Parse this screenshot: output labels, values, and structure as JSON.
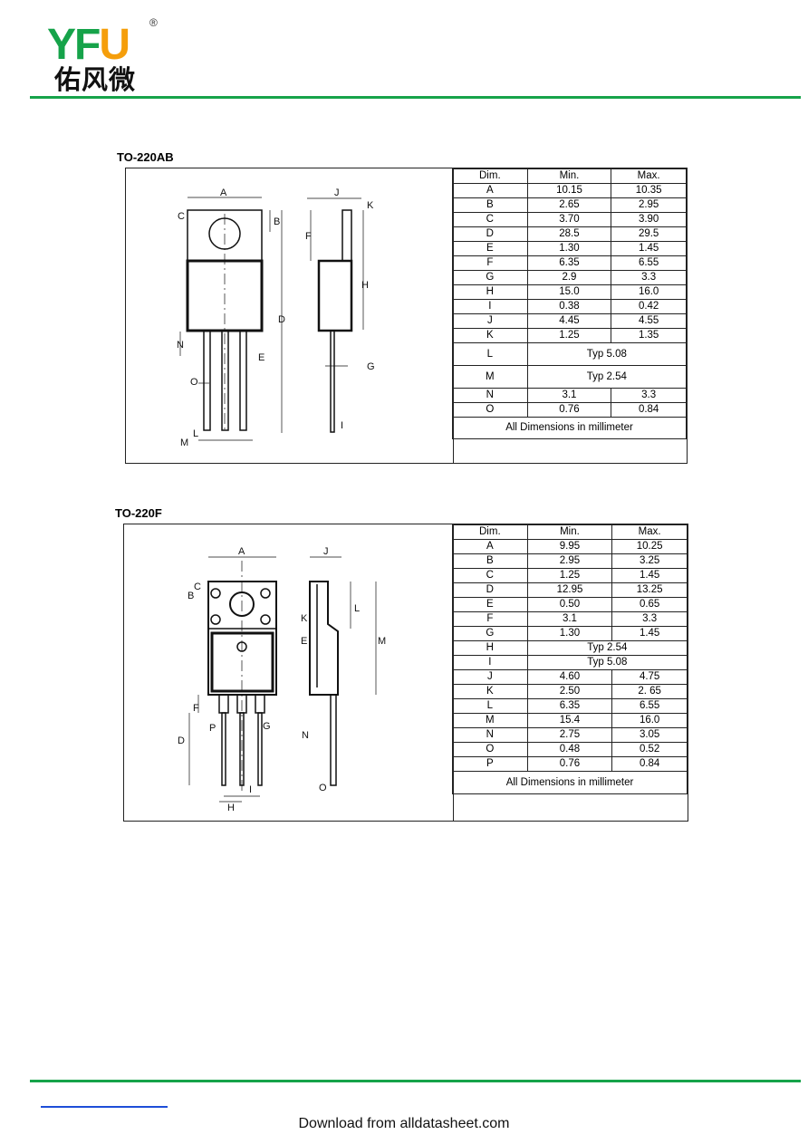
{
  "header": {
    "logo_letters_green": "YF",
    "logo_letter_orange": "U",
    "logo_registered": "®",
    "logo_chinese": "佑风微",
    "brand_green": "#16a34a",
    "brand_orange": "#f59e0b"
  },
  "to220ab": {
    "title": "TO-220AB",
    "headers": [
      "Dim.",
      "Min.",
      "Max."
    ],
    "rows": [
      [
        "A",
        "10.15",
        "10.35"
      ],
      [
        "B",
        "2.65",
        "2.95"
      ],
      [
        "C",
        "3.70",
        "3.90"
      ],
      [
        "D",
        "28.5",
        "29.5"
      ],
      [
        "E",
        "1.30",
        "1.45"
      ],
      [
        "F",
        "6.35",
        "6.55"
      ],
      [
        "G",
        "2.9",
        "3.3"
      ],
      [
        "H",
        "15.0",
        "16.0"
      ],
      [
        "I",
        "0.38",
        "0.42"
      ],
      [
        "J",
        "4.45",
        "4.55"
      ],
      [
        "K",
        "1.25",
        "1.35"
      ]
    ],
    "typ_rows": [
      [
        "L",
        "Typ 5.08"
      ],
      [
        "M",
        "Typ 2.54"
      ]
    ],
    "tail_rows": [
      [
        "N",
        "3.1",
        "3.3"
      ],
      [
        "O",
        "0.76",
        "0.84"
      ]
    ],
    "note": "All Dimensions in millimeter",
    "drawing_labels": [
      "A",
      "B",
      "C",
      "D",
      "E",
      "F",
      "G",
      "H",
      "I",
      "J",
      "K",
      "L",
      "M",
      "N",
      "O"
    ]
  },
  "to220f": {
    "title": "TO-220F",
    "headers": [
      "Dim.",
      "Min.",
      "Max."
    ],
    "rows_a": [
      [
        "A",
        "9.95",
        "10.25"
      ],
      [
        "B",
        "2.95",
        "3.25"
      ],
      [
        "C",
        "1.25",
        "1.45"
      ],
      [
        "D",
        "12.95",
        "13.25"
      ],
      [
        "E",
        "0.50",
        "0.65"
      ],
      [
        "F",
        "3.1",
        "3.3"
      ],
      [
        "G",
        "1.30",
        "1.45"
      ]
    ],
    "typ_rows": [
      [
        "H",
        "Typ 2.54"
      ],
      [
        "I",
        "Typ 5.08"
      ]
    ],
    "rows_b": [
      [
        "J",
        "4.60",
        "4.75"
      ],
      [
        "K",
        "2.50",
        "2. 65"
      ],
      [
        "L",
        "6.35",
        "6.55"
      ],
      [
        "M",
        "15.4",
        "16.0"
      ],
      [
        "N",
        "2.75",
        "3.05"
      ],
      [
        "O",
        "0.48",
        "0.52"
      ],
      [
        "P",
        "0.76",
        "0.84"
      ]
    ],
    "note": "All Dimensions in millimeter",
    "drawing_labels": [
      "A",
      "B",
      "C",
      "D",
      "E",
      "F",
      "G",
      "H",
      "I",
      "J",
      "K",
      "L",
      "M",
      "N",
      "O",
      "P"
    ]
  },
  "footer": {
    "download_text": "Download from alldatasheet.com"
  }
}
